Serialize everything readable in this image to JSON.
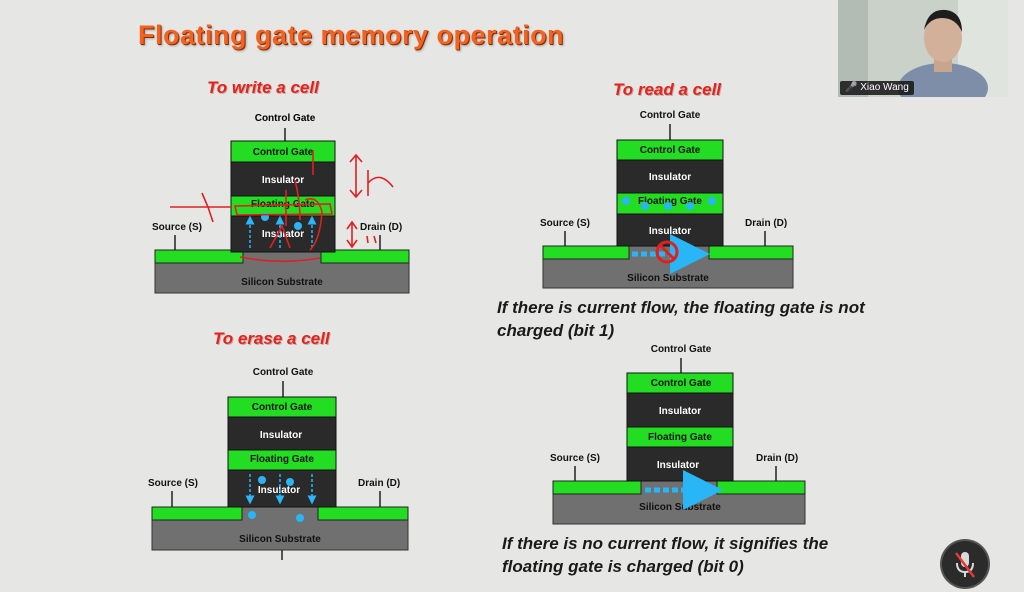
{
  "slide": {
    "title": "Floating gate memory operation",
    "write": {
      "heading": "To write a cell"
    },
    "read": {
      "heading": "To read a cell",
      "note1": "If there is current flow, the floating gate is not",
      "note2": "charged (bit 1)"
    },
    "erase": {
      "heading": "To erase a cell"
    },
    "read0": {
      "note1": "If there is no current flow, it signifies the",
      "note2": "floating gate is charged (bit 0)"
    },
    "labels": {
      "control_gate": "Control Gate",
      "insulator": "Insulator",
      "floating_gate": "Floating Gate",
      "source": "Source (S)",
      "drain": "Drain (D)",
      "substrate": "Silicon Substrate"
    }
  },
  "video": {
    "participant": "Xiao Wang"
  },
  "controls": {
    "mic_icon": "microphone-muted-icon"
  },
  "colors": {
    "green": "#22dd22",
    "dark": "#2a2a2a",
    "substrate": "#707070",
    "electron": "#29b6f6",
    "title": "#f26322",
    "heading": "#e5231b"
  }
}
